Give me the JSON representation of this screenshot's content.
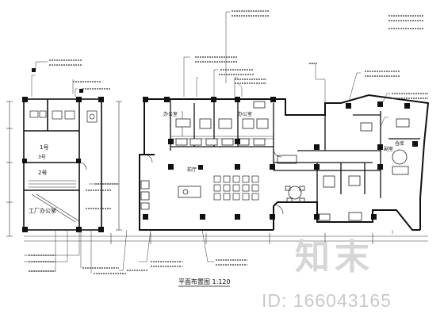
{
  "title": "平面布置图 1:120",
  "rooms": {
    "left_1": "1号",
    "left_2": "2号",
    "left_3": "3号",
    "left_4": "工厂办公室",
    "office_a": "办公室",
    "office_b": "办公室",
    "hall": "前厅",
    "side_room": "副室",
    "corner": "仓库"
  },
  "watermark": {
    "logo": "知末",
    "id": "ID: 166043165"
  }
}
